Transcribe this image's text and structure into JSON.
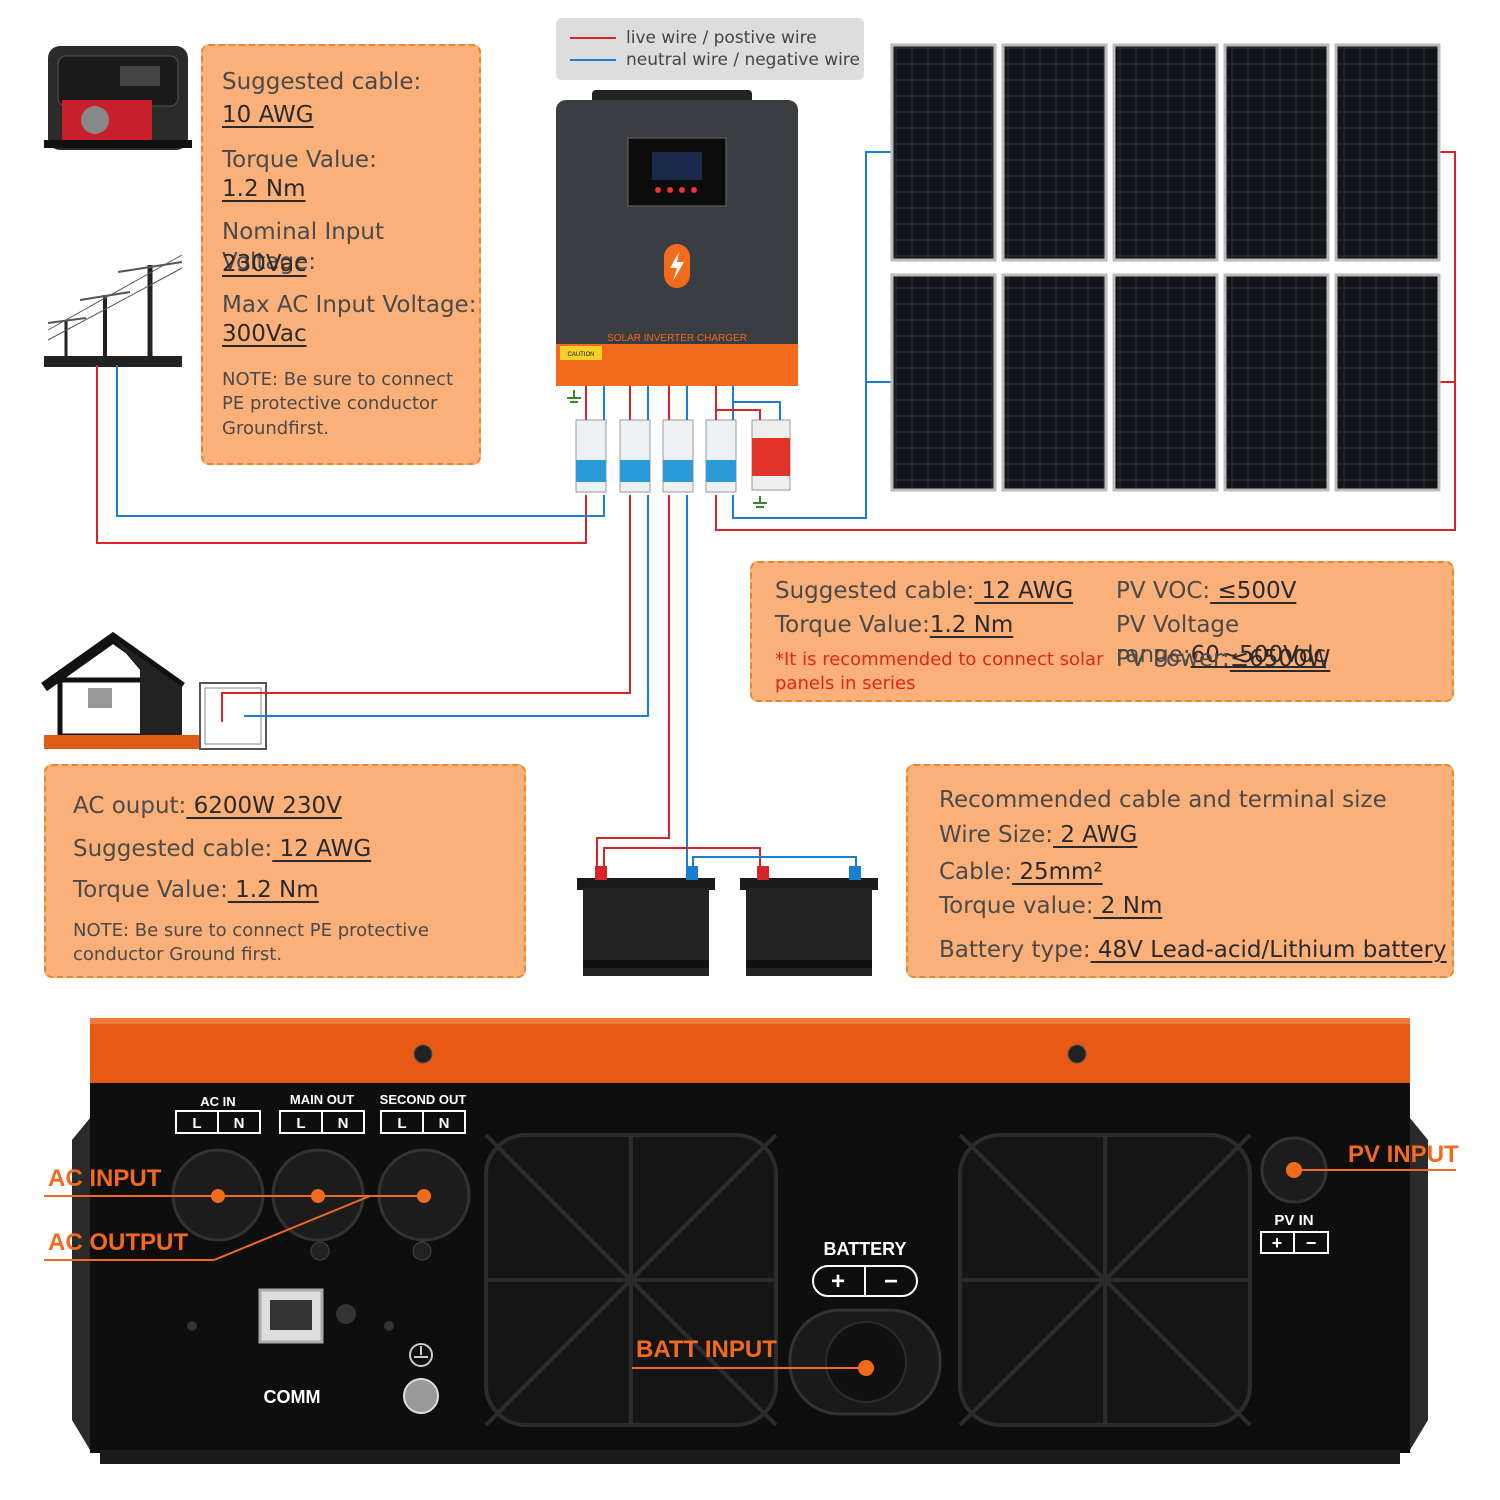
{
  "legend": {
    "live": "live wire / postive wire",
    "neutral": "neutral wire / negative wire",
    "live_color": "#d9232a",
    "neutral_color": "#1b7fd1"
  },
  "ac_input_box": {
    "cable_label": "Suggested cable:",
    "cable_value": "10 AWG",
    "torque_label": "Torque Value:",
    "torque_value": "1.2 Nm",
    "nominal_label": "Nominal Input Voltage:",
    "nominal_value": "230Vac",
    "max_label": "Max AC Input Voltage:",
    "max_value": "300Vac",
    "note": "NOTE: Be sure to connect PE protective conductor Groundfirst."
  },
  "pv_box": {
    "cable_label": "Suggested cable:",
    "cable_value": " 12 AWG",
    "torque_label": "Torque Value:",
    "torque_value": "1.2 Nm",
    "note": "*It is recommended to connect solar panels in series",
    "voc_label": "PV VOC:",
    "voc_value": " ≤500V",
    "range_label": "PV Voltage range:",
    "range_value": "60~500Vdc",
    "power_label": "PV Power:",
    "power_value": "≤6500W"
  },
  "ac_output_box": {
    "output_label": "AC ouput:",
    "output_value": " 6200W 230V",
    "cable_label": "Suggested cable:",
    "cable_value": " 12 AWG",
    "torque_label": "Torque Value:",
    "torque_value": " 1.2 Nm",
    "note": "NOTE: Be sure to connect PE protective conductor Ground first."
  },
  "battery_box": {
    "title": "Recommended cable and terminal size",
    "wire_label": "Wire Size:",
    "wire_value": " 2 AWG",
    "cable_label": "Cable:",
    "cable_value": " 25mm²",
    "torque_label": "Torque value:",
    "torque_value": " 2 Nm",
    "type_label": "Battery type:",
    "type_value": " 48V Lead-acid/Lithium battery"
  },
  "inverter": {
    "front_label": "SOLAR INVERTER CHARGER",
    "caution": "CAUTION"
  },
  "rear_panel": {
    "ac_in": "AC  IN",
    "main_out": "MAIN OUT",
    "second_out": "SECOND OUT",
    "l": "L",
    "n": "N",
    "battery": "BATTERY",
    "pv_in": "PV   IN",
    "comm": "COMM",
    "callout_ac_input": "AC INPUT",
    "callout_ac_output": "AC OUTPUT",
    "callout_batt_input": "BATT INPUT",
    "callout_pv_input": "PV INPUT",
    "accent": "#f26a1b"
  }
}
